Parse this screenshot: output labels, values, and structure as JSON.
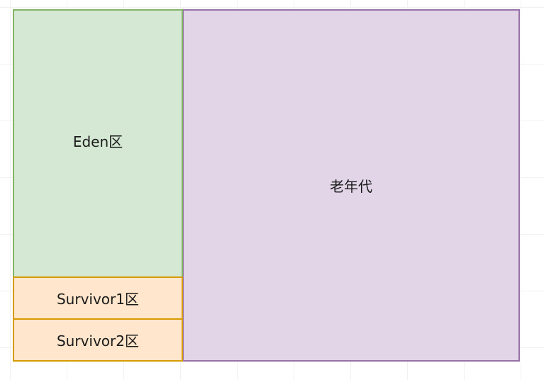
{
  "diagram": {
    "regions": {
      "eden": {
        "label": "Eden区",
        "fill": "#d5e8d4",
        "stroke": "#82b366"
      },
      "survivor1": {
        "label": "Survivor1区",
        "fill": "#ffe6cc",
        "stroke": "#d79b00"
      },
      "survivor2": {
        "label": "Survivor2区",
        "fill": "#ffe6cc",
        "stroke": "#d79b00"
      },
      "old_generation": {
        "label": "老年代",
        "fill": "#e1d5e7",
        "stroke": "#9673a6"
      }
    }
  }
}
